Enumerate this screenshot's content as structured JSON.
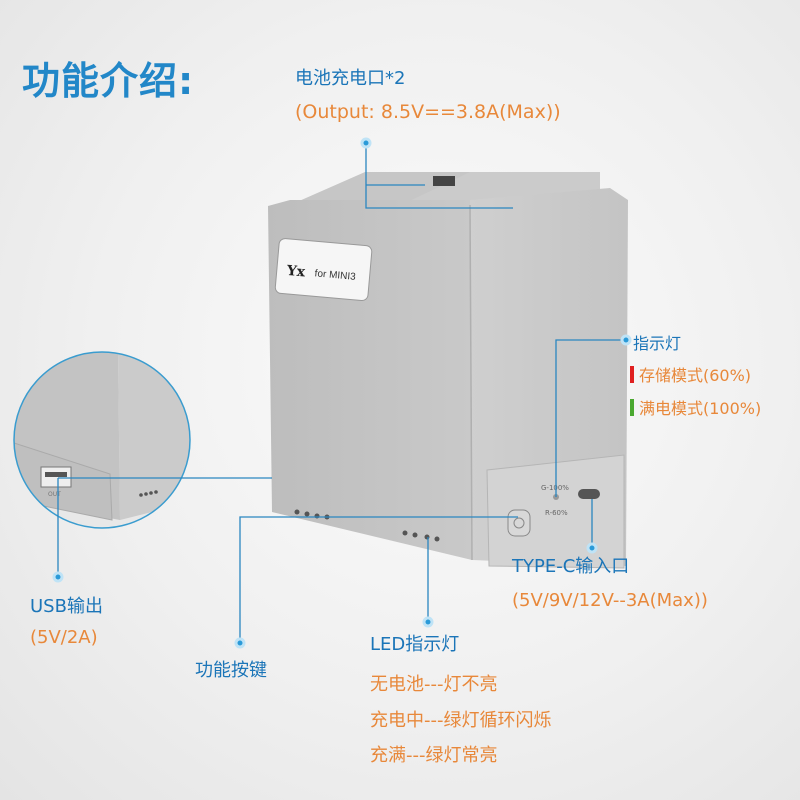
{
  "title": "功能介绍:",
  "battery_port": {
    "label": "电池充电口*2",
    "spec": "(Output: 8.5V==3.8A(Max))"
  },
  "device_label": {
    "brand": "Yx",
    "model": "for MINI3"
  },
  "panel_marks": {
    "green": "G-100%",
    "red": "R-60%"
  },
  "indicator": {
    "label": "指示灯",
    "modes": [
      {
        "text": "存储模式(60%)",
        "color": "#e02020"
      },
      {
        "text": "满电模式(100%)",
        "color": "#4aa830"
      }
    ]
  },
  "usb": {
    "label": "USB输出",
    "spec": "(5V/2A)",
    "port_mark": "OUT"
  },
  "typec": {
    "label": "TYPE-C输入口",
    "spec": "(5V/9V/12V--3A(Max))"
  },
  "button": {
    "label": "功能按键"
  },
  "led": {
    "label": "LED指示灯",
    "states": [
      "无电池---灯不亮",
      "充电中---绿灯循环闪烁",
      "充满---绿灯常亮"
    ]
  },
  "colors": {
    "title": "#2287c8",
    "label": "#1b75b8",
    "spec": "#e8883a",
    "line": "#2a86c0"
  }
}
